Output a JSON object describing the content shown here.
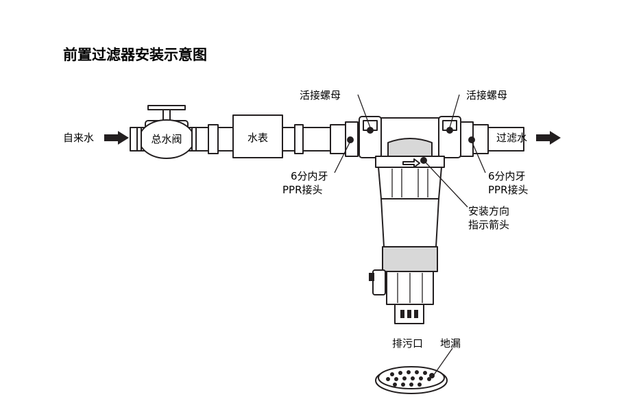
{
  "title": "前置过滤器安装示意图",
  "labels": {
    "inlet": "自来水",
    "main_valve": "总水阀",
    "water_meter": "水表",
    "union_nut_left": "活接螺母",
    "union_nut_right": "活接螺母",
    "fitting_left_line1": "6分内牙",
    "fitting_left_line2": "PPR接头",
    "fitting_right_line1": "6分内牙",
    "fitting_right_line2": "PPR接头",
    "outlet": "过滤水",
    "arrow_line1": "安装方向",
    "arrow_line2": "指示箭头",
    "drain": "排污口",
    "floor_drain": "地漏"
  },
  "colors": {
    "line": "#231f20",
    "body_gray": "#d8d8d8",
    "background": "#ffffff"
  }
}
